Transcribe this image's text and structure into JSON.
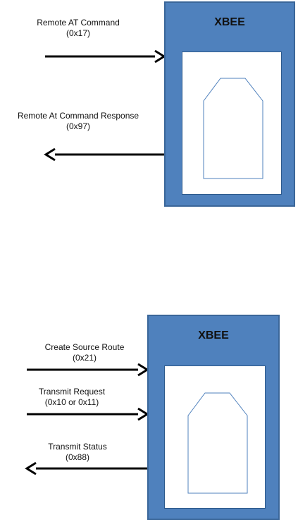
{
  "colors": {
    "module_fill": "#4f81bd",
    "module_border": "#3a6699",
    "chip_outline": "#4f81bd",
    "arrow": "#000000"
  },
  "top_diagram": {
    "module_title": "XBEE",
    "incoming": {
      "name": "Remote AT Command",
      "code": "(0x17)"
    },
    "outgoing": {
      "name": "Remote At Command Response",
      "code": "(0x97)"
    }
  },
  "bottom_diagram": {
    "module_title": "XBEE",
    "incoming_1": {
      "name": "Create Source Route",
      "code": "(0x21)"
    },
    "incoming_2": {
      "name": "Transmit Request",
      "code": "(0x10 or 0x11)"
    },
    "outgoing": {
      "name": "Transmit Status",
      "code": "(0x88)"
    }
  }
}
